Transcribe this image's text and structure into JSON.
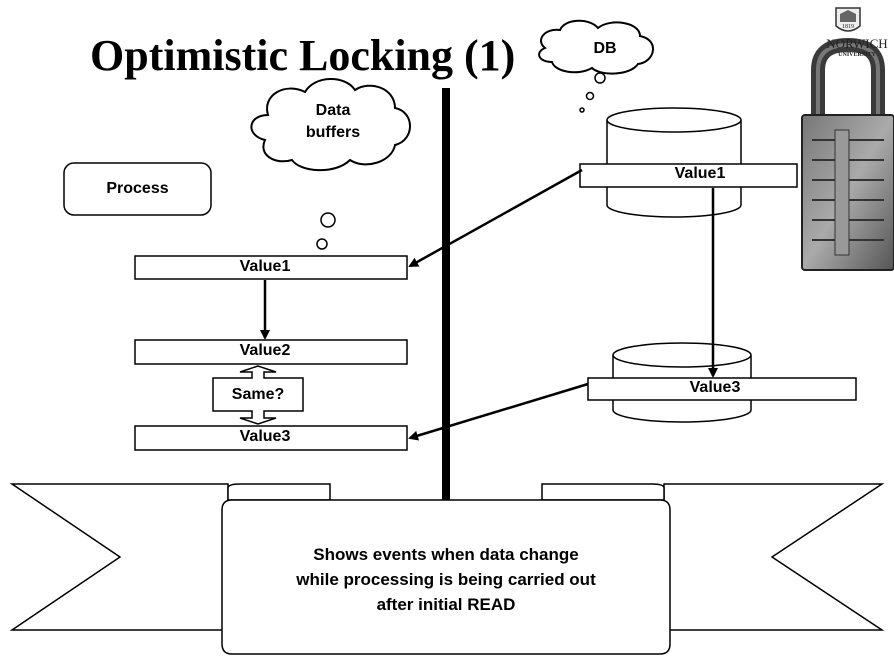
{
  "slide": {
    "title": "Optimistic Locking (1)"
  },
  "logo": {
    "name": "NORWICH",
    "sub": "UNIVERSITY",
    "year": "1819"
  },
  "bubbles": {
    "db": "DB",
    "data_buffers_line1": "Data",
    "data_buffers_line2": "buffers"
  },
  "process_label": "Process",
  "process_values": {
    "value1": "Value1",
    "value2": "Value2",
    "value3": "Value3",
    "same": "Same?"
  },
  "db_values": {
    "value1": "Value1",
    "value3": "Value3"
  },
  "banner": {
    "line1": "Shows events when data change",
    "line2": "while processing is being carried out",
    "line3": "after initial READ"
  }
}
